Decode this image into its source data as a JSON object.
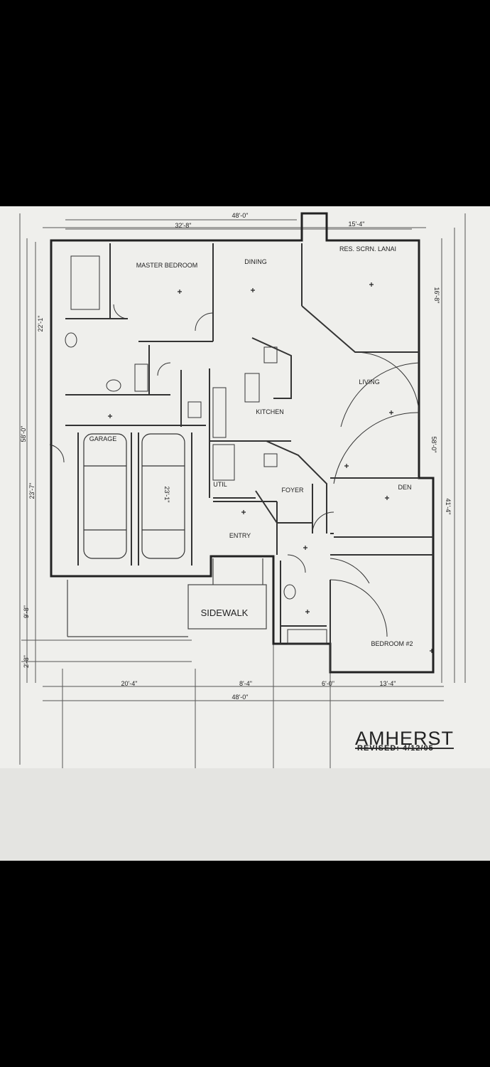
{
  "plan": {
    "title": "AMHERST",
    "revised": "REVISED: 4/12/05"
  },
  "rooms": {
    "master_bedroom": "MASTER BEDROOM",
    "dining": "DINING",
    "screen_lanai": "RES. SCRN. LANAI",
    "living": "LIVING",
    "kitchen": "KITCHEN",
    "garage": "GARAGE",
    "utility": "UTIL",
    "foyer": "FOYER",
    "den": "DEN",
    "entry": "ENTRY",
    "sidewalk": "SIDEWALK",
    "bedroom2": "BEDROOM #2"
  },
  "dimensions": {
    "top_overall": "48'-0\"",
    "top_left": "32'-8\"",
    "top_right": "15'-4\"",
    "left_upper": "22'-1\"",
    "left_mid": "23'-7\"",
    "left_total": "58'-0\"",
    "left_lower": "9'-8\"",
    "left_bottom": "2'-8\"",
    "right_upper": "16'-8\"",
    "right_lower": "41'-4\"",
    "right_total": "58'-0\"",
    "bottom_a": "20'-4\"",
    "bottom_b": "8'-4\"",
    "bottom_c": "6'-0\"",
    "bottom_d": "13'-4\"",
    "bottom_overall": "48'-0\"",
    "garage_depth": "23'-1\""
  }
}
